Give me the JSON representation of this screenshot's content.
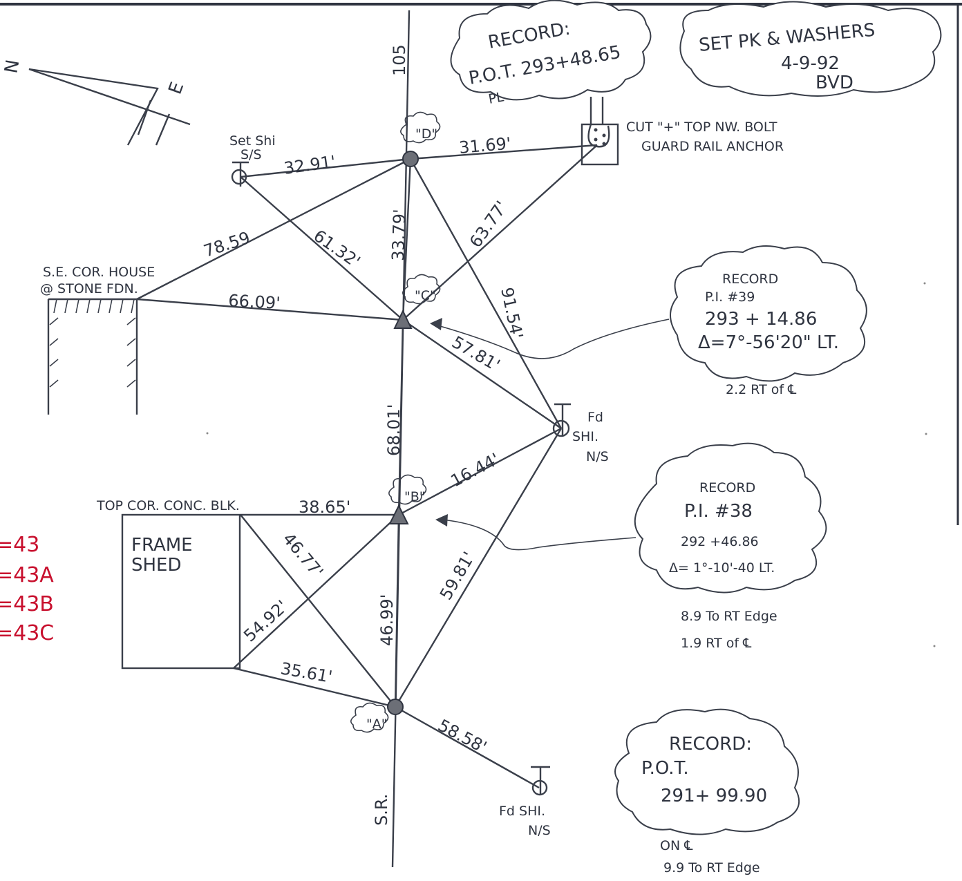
{
  "points": {
    "D": "\"D\"",
    "C": "\"C\"",
    "B": "\"B\"",
    "A": "\"A\""
  },
  "measurements": {
    "d_to_shi": "32.91'",
    "d_to_anchor": "31.69'",
    "d_to_c": "33.79'",
    "c_to_anchor": "63.77'",
    "shi_to_c": "61.32'",
    "house_to_d": "78.59",
    "house_to_c": "66.09'",
    "d_to_fdshi": "91.54'",
    "c_to_fdshi": "57.81'",
    "c_to_b": "68.01'",
    "b_to_fdshi": "16.44'",
    "shed_to_b": "38.65'",
    "shed_to_a_diag": "46.77'",
    "shedbottom_to_b": "54.92'",
    "b_to_a": "46.99'",
    "fdshi_to_a": "59.81'",
    "shedbottom_to_a": "35.61'",
    "a_to_fdshi_bottom": "58.58'"
  },
  "labels": {
    "road_top": "105",
    "road_bottom": "S.R.",
    "set_shi_line1": "Set Shi",
    "set_shi_line2": "S/S",
    "anchor_line1": "CUT \"+\" TOP NW. BOLT",
    "anchor_line2": "GUARD RAIL ANCHOR",
    "house_line1": "S.E. COR. HOUSE",
    "house_line2": "@ STONE FDN.",
    "fdshi_mid_line1": "Fd",
    "fdshi_mid_line2": "SHI.",
    "fdshi_mid_line3": "N/S",
    "top_conc": "TOP COR. CONC. BLK.",
    "shed_line1": "FRAME",
    "shed_line2": "SHED",
    "fdshi_bottom_line1": "Fd SHI.",
    "fdshi_bottom_line2": "N/S",
    "north": "N",
    "east": "E"
  },
  "clouds": {
    "pot_top": {
      "line1": "RECORD:",
      "line2": "P.O.T. 293+48.65",
      "line3": "PL"
    },
    "washers": {
      "line1": "SET PK & WASHERS",
      "line2": "4-9-92",
      "line3": "BVD"
    },
    "pi39": {
      "line1": "RECORD",
      "line2": "P.I. #39",
      "line3": "293 + 14.86",
      "line4": "Δ=7°-56'20\" LT.",
      "below": "2.2 RT of ℄"
    },
    "pi38": {
      "line1": "RECORD",
      "line2": "P.I. #38",
      "line3": "292 +46.86",
      "line4": "Δ= 1°-10'-40 LT.",
      "below1": "8.9 To RT Edge",
      "below2": "1.9 RT of ℄"
    },
    "pot_bottom": {
      "line1": "RECORD:",
      "line2": "P.O.T.",
      "line3": "291+ 99.90",
      "below1": "ON ℄",
      "below2": "9.9 To RT Edge"
    }
  },
  "red_list": [
    "=43",
    "=43A",
    "=43B",
    "=43C"
  ]
}
